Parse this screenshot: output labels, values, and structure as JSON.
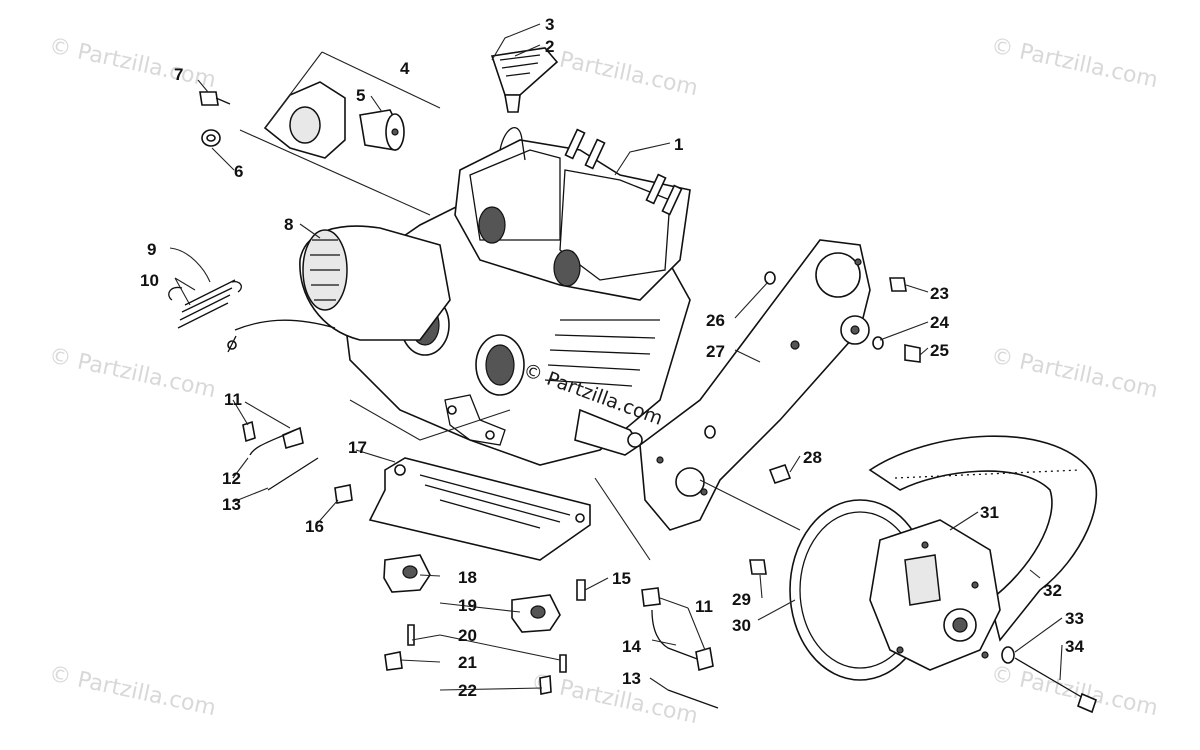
{
  "diagram": {
    "watermark_text": "© Partzilla.com",
    "center_watermark_text": "© Partzilla.com",
    "callouts": [
      {
        "id": "c1",
        "label": "1"
      },
      {
        "id": "c2",
        "label": "2"
      },
      {
        "id": "c3",
        "label": "3"
      },
      {
        "id": "c4",
        "label": "4"
      },
      {
        "id": "c5",
        "label": "5"
      },
      {
        "id": "c6",
        "label": "6"
      },
      {
        "id": "c7",
        "label": "7"
      },
      {
        "id": "c8",
        "label": "8"
      },
      {
        "id": "c9",
        "label": "9"
      },
      {
        "id": "c10",
        "label": "10"
      },
      {
        "id": "c11a",
        "label": "11"
      },
      {
        "id": "c11b",
        "label": "11"
      },
      {
        "id": "c12",
        "label": "12"
      },
      {
        "id": "c13a",
        "label": "13"
      },
      {
        "id": "c13b",
        "label": "13"
      },
      {
        "id": "c14",
        "label": "14"
      },
      {
        "id": "c15",
        "label": "15"
      },
      {
        "id": "c16",
        "label": "16"
      },
      {
        "id": "c17",
        "label": "17"
      },
      {
        "id": "c18",
        "label": "18"
      },
      {
        "id": "c19",
        "label": "19"
      },
      {
        "id": "c20",
        "label": "20"
      },
      {
        "id": "c21",
        "label": "21"
      },
      {
        "id": "c22",
        "label": "22"
      },
      {
        "id": "c23",
        "label": "23"
      },
      {
        "id": "c24",
        "label": "24"
      },
      {
        "id": "c25",
        "label": "25"
      },
      {
        "id": "c26",
        "label": "26"
      },
      {
        "id": "c27",
        "label": "27"
      },
      {
        "id": "c28",
        "label": "28"
      },
      {
        "id": "c29",
        "label": "29"
      },
      {
        "id": "c30",
        "label": "30"
      },
      {
        "id": "c31",
        "label": "31"
      },
      {
        "id": "c32",
        "label": "32"
      },
      {
        "id": "c33",
        "label": "33"
      },
      {
        "id": "c34",
        "label": "34"
      }
    ]
  }
}
